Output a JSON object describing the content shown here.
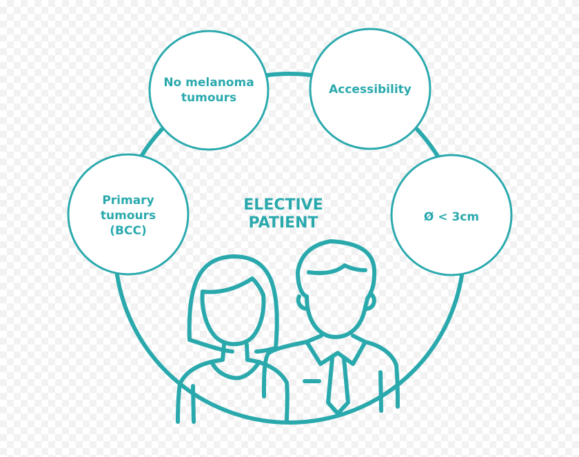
{
  "colors": {
    "accent": "#2aa9ad",
    "fill": "#ffffff"
  },
  "center": {
    "line1": "ELECTIVE",
    "line2": "PATIENT"
  },
  "criteria": {
    "melanoma": {
      "line1": "No melanoma",
      "line2": "tumours"
    },
    "accessibility": {
      "line1": "Accessibility"
    },
    "primary": {
      "line1": "Primary",
      "line2": "tumours",
      "line3": "(BCC)"
    },
    "diameter": {
      "line1": "Ø < 3cm"
    }
  },
  "icons": {
    "woman": "woman-patient-icon",
    "man": "man-patient-icon"
  }
}
